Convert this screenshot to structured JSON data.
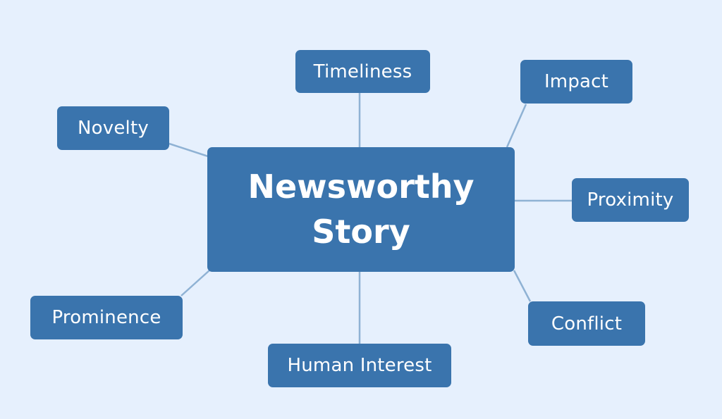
{
  "diagram": {
    "center": {
      "line1": "Newsworthy",
      "line2": "Story"
    },
    "nodes": {
      "timeliness": "Timeliness",
      "impact": "Impact",
      "novelty": "Novelty",
      "proximity": "Proximity",
      "prominence": "Prominence",
      "conflict": "Conflict",
      "human_interest": "Human Interest"
    },
    "colors": {
      "background": "#e6f0fd",
      "node_fill": "#3a74ad",
      "node_text": "#ffffff",
      "connector": "#8fb2d4"
    }
  }
}
